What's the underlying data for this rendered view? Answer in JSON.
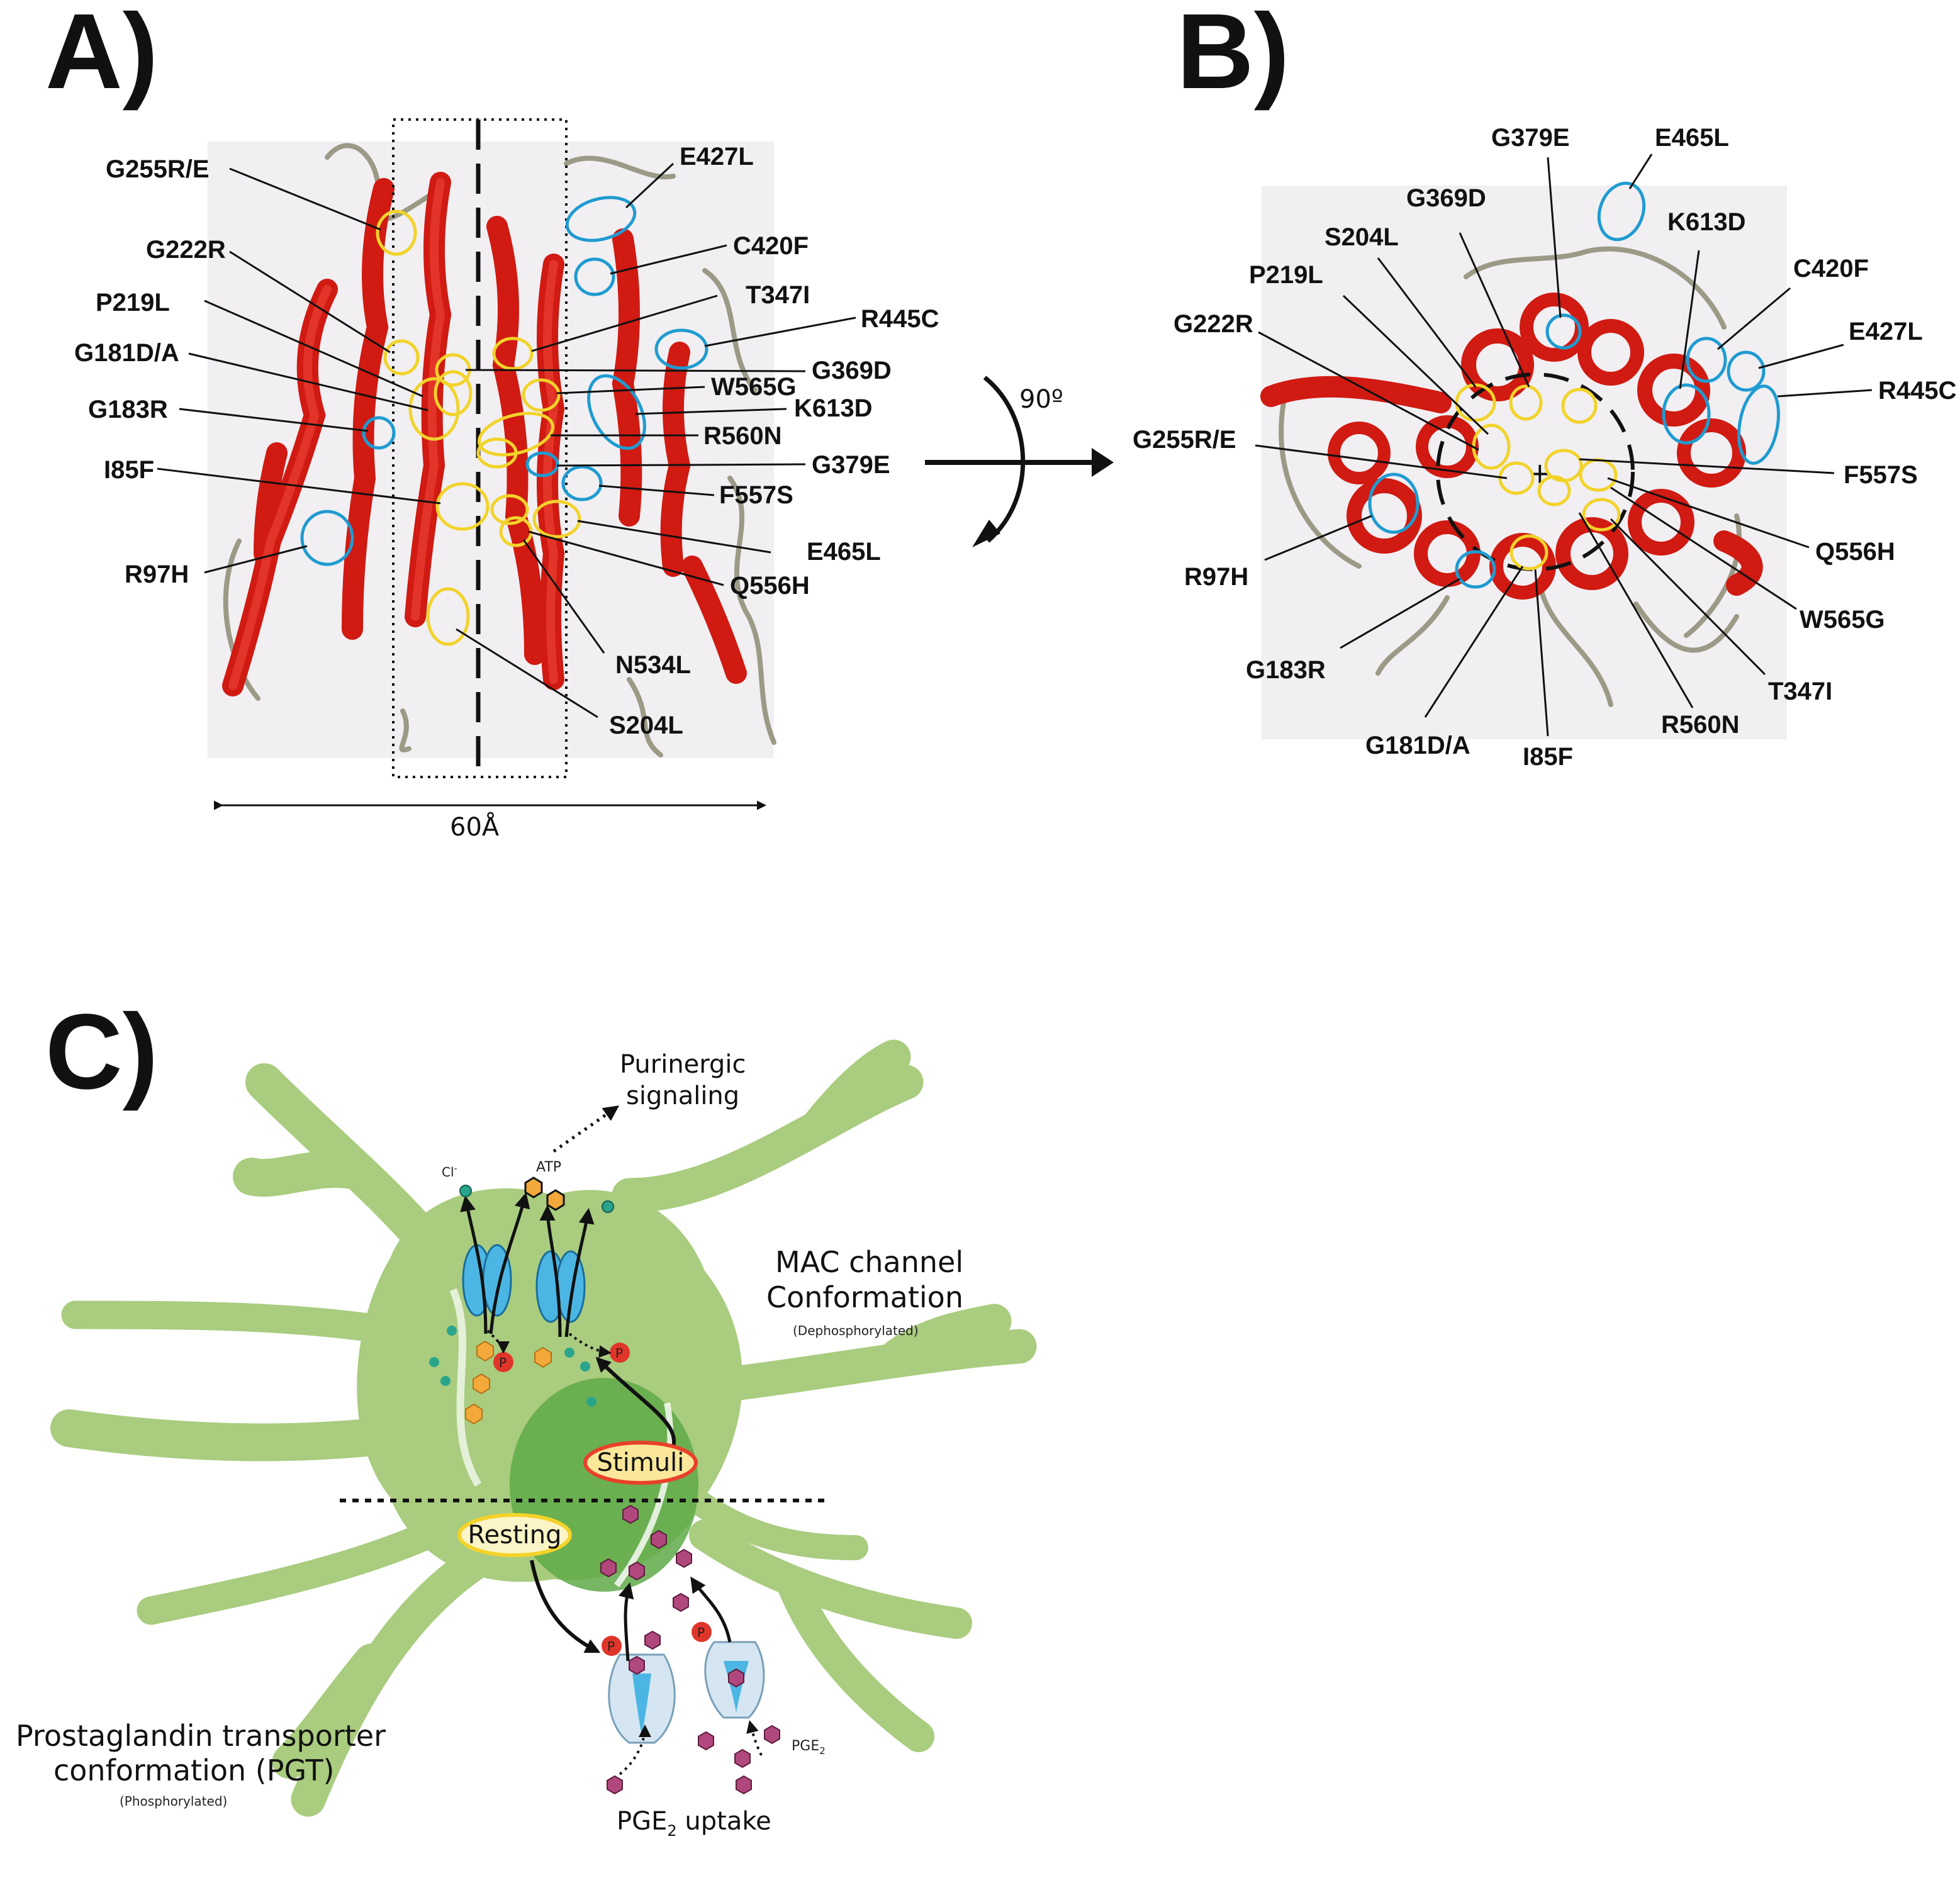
{
  "panels": {
    "a": {
      "letter": "A)",
      "scale_label": "60Å",
      "labels_left": [
        "G255R/E",
        "G222R",
        "P219L",
        "G181D/A",
        "G183R",
        "I85F",
        "R97H"
      ],
      "labels_right": [
        "E427L",
        "C420F",
        "T347I",
        "R445C",
        "G369D",
        "W565G",
        "K613D",
        "R560N",
        "G379E",
        "F557S",
        "E465L",
        "Q556H",
        "N534L",
        "S204L"
      ]
    },
    "b": {
      "letter": "B)",
      "labels_top": [
        "G379E",
        "E465L",
        "G369D",
        "K613D",
        "S204L"
      ],
      "labels_left": [
        "P219L",
        "G222R",
        "G255R/E",
        "R97H",
        "G183R",
        "G181D/A"
      ],
      "labels_right": [
        "C420F",
        "E427L",
        "R445C",
        "F557S",
        "Q556H",
        "W565G",
        "T347I",
        "R560N",
        "I85F"
      ]
    },
    "rotation": {
      "label": "90º"
    },
    "c": {
      "letter": "C)",
      "purinergic_line1": "Purinergic",
      "purinergic_line2": "signaling",
      "cl_label": "Cl",
      "cl_sup": "-",
      "atp_label": "ATP",
      "mac_line1": "MAC channel",
      "mac_line2": "Conformation",
      "mac_sub": "(Dephosphorylated)",
      "stimuli": "Stimuli",
      "resting": "Resting",
      "p_symbol": "P",
      "pge2_small_base": "PGE",
      "pge2_small_sub": "2",
      "pgt_line1": "Prostaglandin transporter",
      "pgt_line2": "conformation (PGT)",
      "pgt_sub": "(Phosphorylated)",
      "uptake_base": "PGE",
      "uptake_sub": "2",
      "uptake_rest": " uptake"
    }
  },
  "colors": {
    "helix": "#d01a12",
    "ring_buried": "#f2d32a",
    "ring_exposed": "#1f9bd1",
    "cell": "#a9cc7f",
    "nucleus": "#5fa948",
    "atp": "#f3a93a",
    "pge2": "#b0487e",
    "chloride": "#2aa58c",
    "phosphate": "#e0352a"
  }
}
